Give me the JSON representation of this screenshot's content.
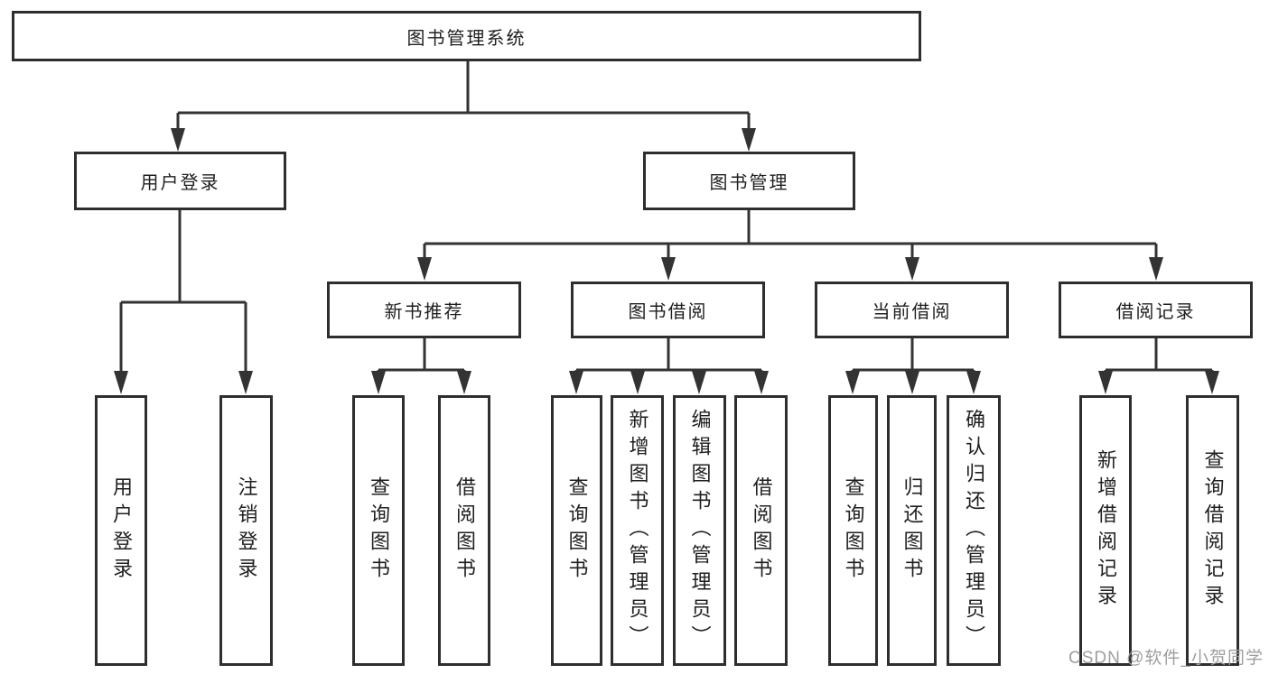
{
  "tree": {
    "root": {
      "label": "图书管理系统"
    },
    "branches": [
      {
        "label": "用户登录",
        "children": [
          {
            "label": "用户登录"
          },
          {
            "label": "注销登录"
          }
        ]
      },
      {
        "label": "图书管理",
        "sections": [
          {
            "label": "新书推荐",
            "children": [
              {
                "label": "查询图书"
              },
              {
                "label": "借阅图书"
              }
            ]
          },
          {
            "label": "图书借阅",
            "children": [
              {
                "label": "查询图书"
              },
              {
                "label": "新增图书（管理员）"
              },
              {
                "label": "编辑图书（管理员）"
              },
              {
                "label": "借阅图书"
              }
            ]
          },
          {
            "label": "当前借阅",
            "children": [
              {
                "label": "查询图书"
              },
              {
                "label": "归还图书"
              },
              {
                "label": "确认归还（管理员）"
              }
            ]
          },
          {
            "label": "借阅记录",
            "children": [
              {
                "label": "新增借阅记录"
              },
              {
                "label": "查询借阅记录"
              }
            ]
          }
        ]
      }
    ]
  },
  "watermark": "CSDN @软件_小贺同学",
  "colors": {
    "background": "#ffffff",
    "line": "#333333",
    "box_border": "#2e2e2e",
    "text": "#1f1f1f",
    "watermark": "#9e9e9e"
  }
}
